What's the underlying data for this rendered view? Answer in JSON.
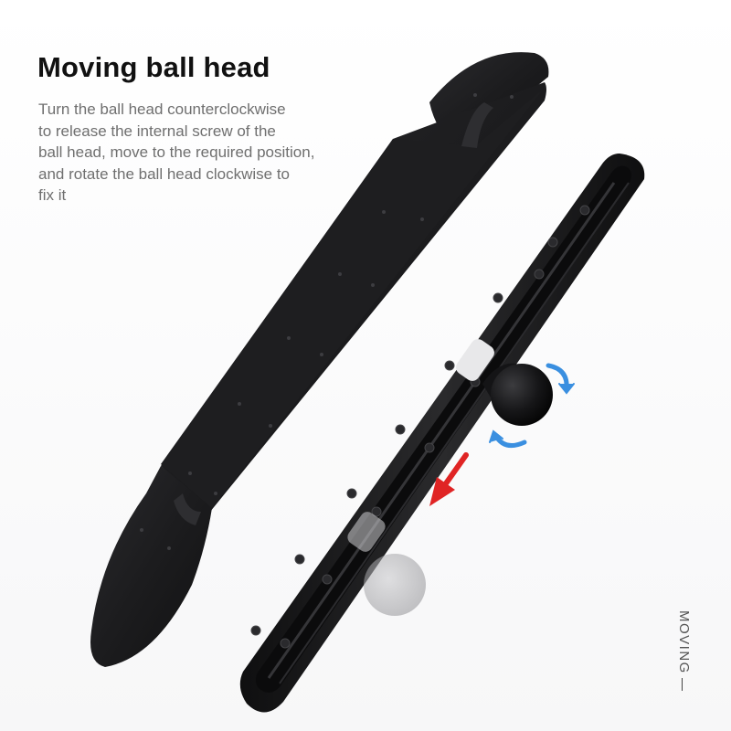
{
  "heading": {
    "title": "Moving ball head"
  },
  "description": {
    "lines": [
      "Turn the ball head counterclockwise",
      "to release the internal screw of the",
      "ball head, move to the required position,",
      "and rotate the ball head clockwise to",
      "fix it"
    ]
  },
  "side_tag": {
    "label": "MOVING"
  },
  "colors": {
    "plate": "#1c1c1e",
    "rail": "#141416",
    "rotate_arrow": "#3a8fe0",
    "move_arrow": "#e02424",
    "text_title": "#111111",
    "text_body": "#6f6f6f"
  },
  "icons": {
    "rotate_top": "rotate-clockwise-arrow-icon",
    "rotate_bottom": "rotate-counterclockwise-arrow-icon",
    "move": "move-down-arrow-icon"
  }
}
